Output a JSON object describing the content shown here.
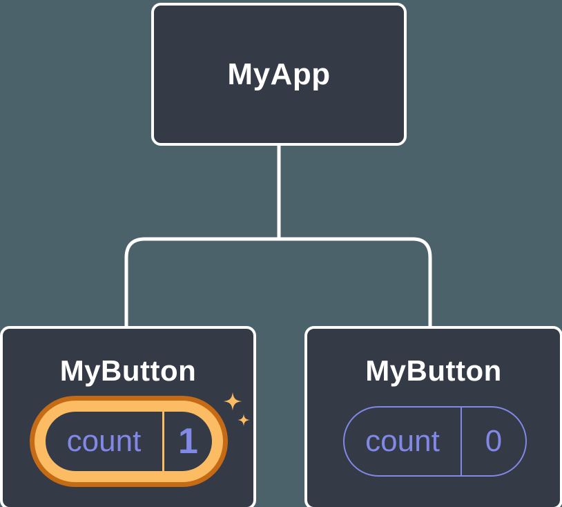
{
  "diagram": {
    "description": "React component tree diagram showing state preserved per component instance",
    "nodes": {
      "root": {
        "label": "MyApp"
      },
      "child_left": {
        "label": "MyButton",
        "state_key": "count",
        "state_value": "1",
        "highlighted": true,
        "effect": "gold-ring-with-sparkles"
      },
      "child_right": {
        "label": "MyButton",
        "state_key": "count",
        "state_value": "0",
        "highlighted": false
      }
    },
    "colors": {
      "background": "#4C626B",
      "node_fill": "#343A46",
      "node_border": "#FFFFFF",
      "connector": "#FFFFFF",
      "state_purple": "#8288E6",
      "highlight_gold": "#FBBC63",
      "highlight_orange_dark": "#C56A15",
      "label_text": "#FFFFFF"
    }
  }
}
